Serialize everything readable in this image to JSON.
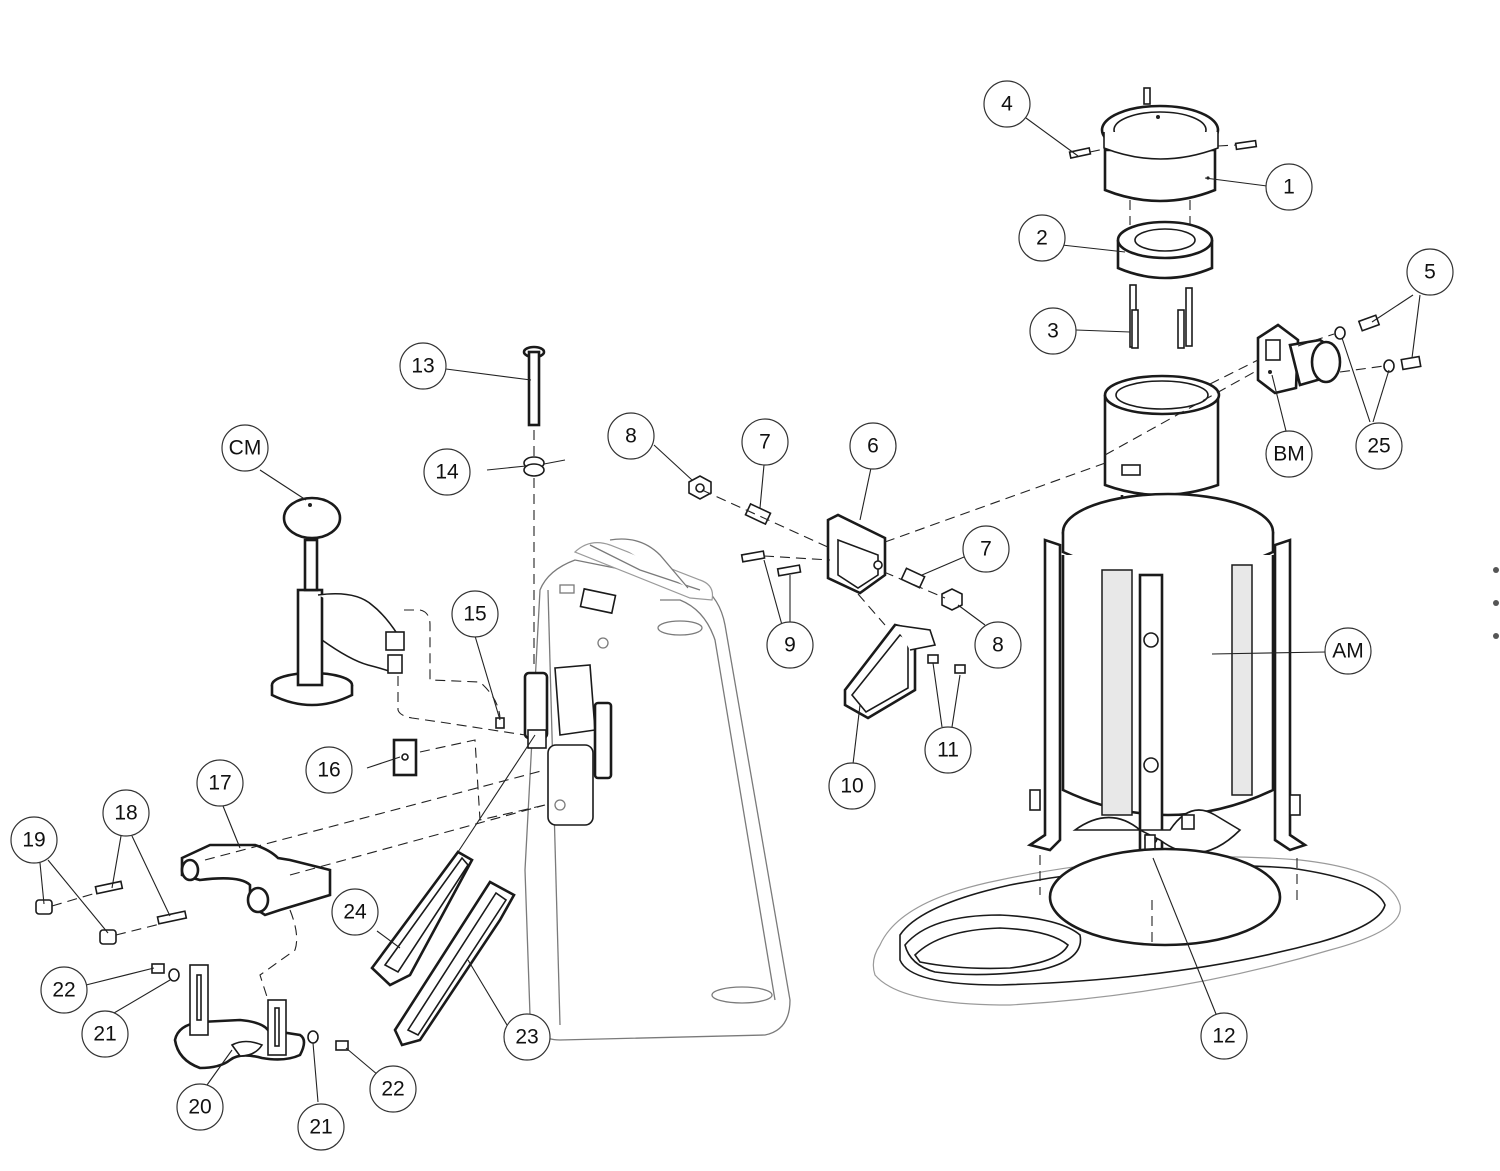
{
  "callouts": [
    {
      "id": "4",
      "label": "4"
    },
    {
      "id": "1",
      "label": "1"
    },
    {
      "id": "2",
      "label": "2"
    },
    {
      "id": "3",
      "label": "3"
    },
    {
      "id": "5",
      "label": "5"
    },
    {
      "id": "25",
      "label": "25"
    },
    {
      "id": "BM",
      "label": "BM"
    },
    {
      "id": "13",
      "label": "13"
    },
    {
      "id": "14",
      "label": "14"
    },
    {
      "id": "CM",
      "label": "CM"
    },
    {
      "id": "8a",
      "label": "8"
    },
    {
      "id": "7a",
      "label": "7"
    },
    {
      "id": "6",
      "label": "6"
    },
    {
      "id": "7b",
      "label": "7"
    },
    {
      "id": "9",
      "label": "9"
    },
    {
      "id": "8b",
      "label": "8"
    },
    {
      "id": "AM",
      "label": "AM"
    },
    {
      "id": "15",
      "label": "15"
    },
    {
      "id": "16",
      "label": "16"
    },
    {
      "id": "10",
      "label": "10"
    },
    {
      "id": "11",
      "label": "11"
    },
    {
      "id": "17",
      "label": "17"
    },
    {
      "id": "18",
      "label": "18"
    },
    {
      "id": "19",
      "label": "19"
    },
    {
      "id": "24",
      "label": "24"
    },
    {
      "id": "23",
      "label": "23"
    },
    {
      "id": "22a",
      "label": "22"
    },
    {
      "id": "21a",
      "label": "21"
    },
    {
      "id": "20",
      "label": "20"
    },
    {
      "id": "21b",
      "label": "21"
    },
    {
      "id": "22b",
      "label": "22"
    },
    {
      "id": "12",
      "label": "12"
    }
  ]
}
